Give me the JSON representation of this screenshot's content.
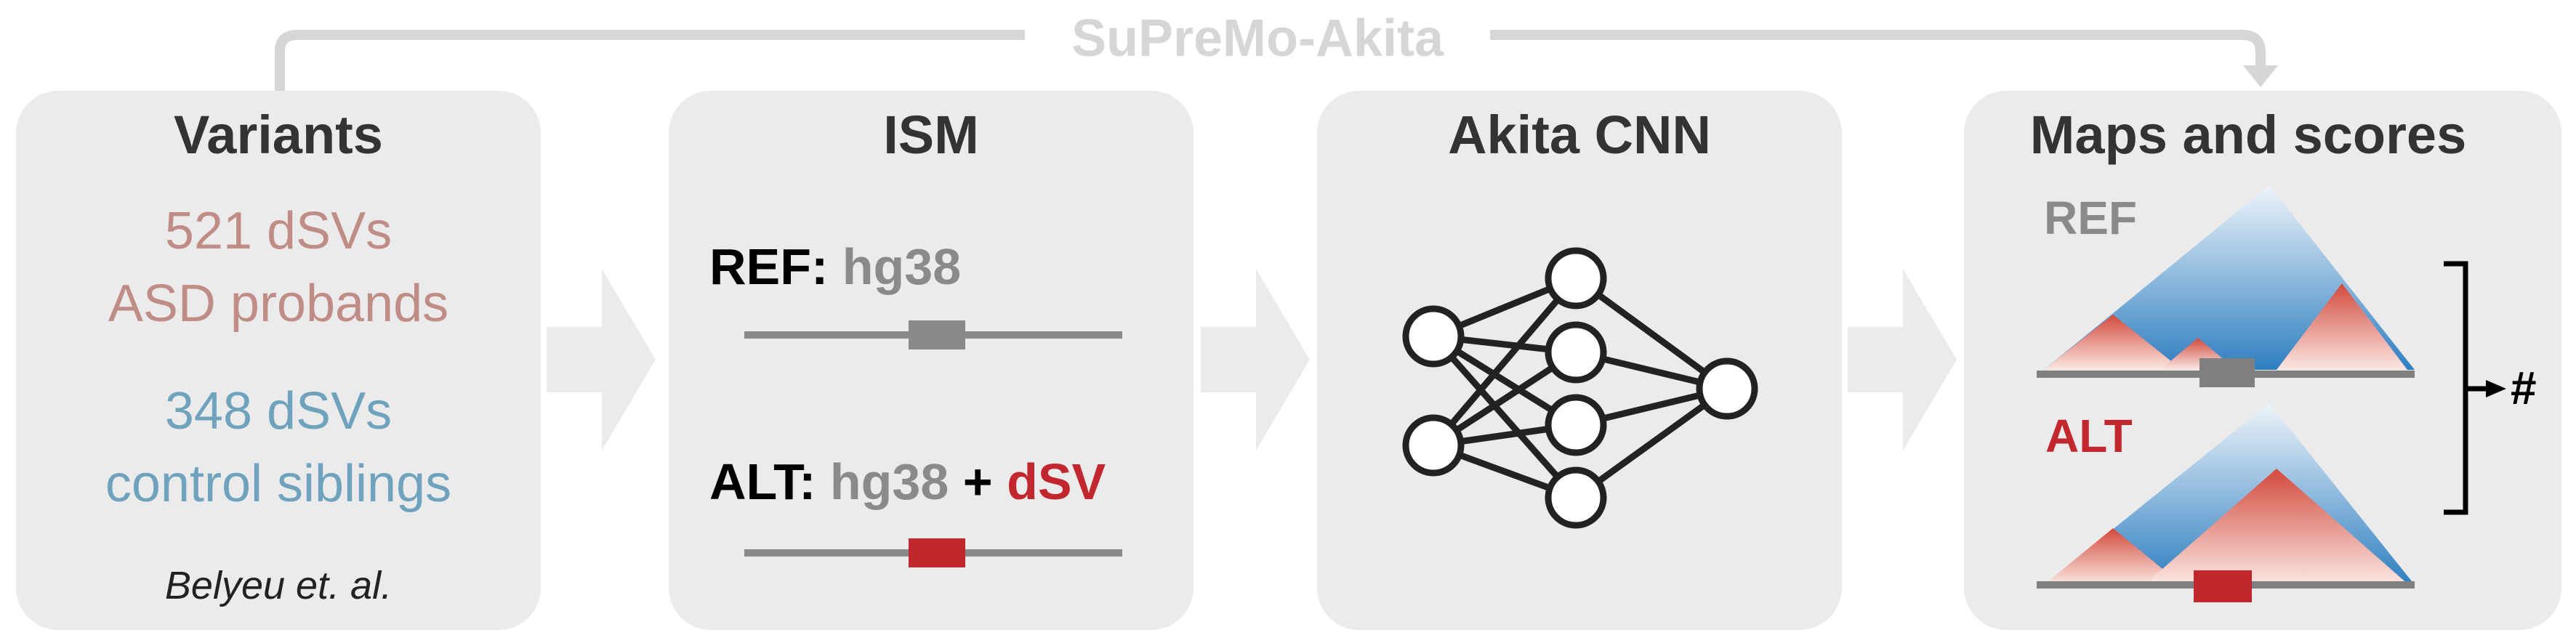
{
  "pipeline_label": "SuPreMo-Akita",
  "panels": {
    "variants": {
      "title": "Variants",
      "group1_count": "521 dSVs",
      "group1_name": "ASD probands",
      "group2_count": "348 dSVs",
      "group2_name": "control siblings",
      "citation": "Belyeu et. al."
    },
    "ism": {
      "title": "ISM",
      "ref_label": "REF:",
      "ref_genome": "hg38",
      "alt_label": "ALT:",
      "alt_genome": "hg38",
      "alt_plus": "+",
      "alt_variant": "dSV"
    },
    "akita": {
      "title": "Akita CNN",
      "icon": "neural-network-icon"
    },
    "maps": {
      "title": "Maps and scores",
      "ref_label": "REF",
      "alt_label": "ALT",
      "score_symbol": "#"
    }
  },
  "colors": {
    "panel_bg": "#ebebeb",
    "title": "#333333",
    "pipeline_label": "#d6d6d6",
    "asd": "#c08c86",
    "control": "#6fa3bd",
    "genome_gray": "#8a8a8a",
    "dsv_red": "#c1272d",
    "arrow": "#ebebeb",
    "hic_red": "#d6604d",
    "hic_blue": "#4a8fc7"
  }
}
